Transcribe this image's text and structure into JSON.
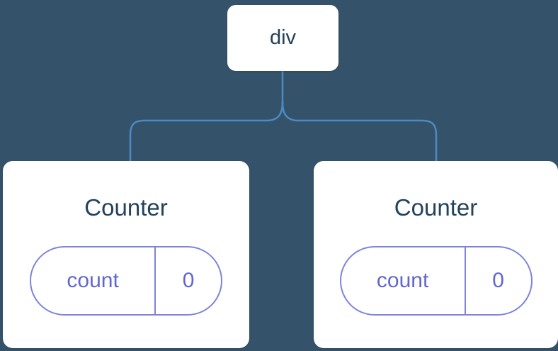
{
  "diagram": {
    "type": "component-tree",
    "root": {
      "label": "div"
    },
    "children": [
      {
        "title": "Counter",
        "state": {
          "key": "count",
          "value": "0"
        }
      },
      {
        "title": "Counter",
        "state": {
          "key": "count",
          "value": "0"
        }
      }
    ],
    "colors": {
      "background": "#34536A",
      "card_background": "#FFFFFF",
      "node_text": "#23425C",
      "connector": "#4B8BC2",
      "pill_border": "#7E83DC",
      "pill_text": "#6167CE"
    }
  }
}
